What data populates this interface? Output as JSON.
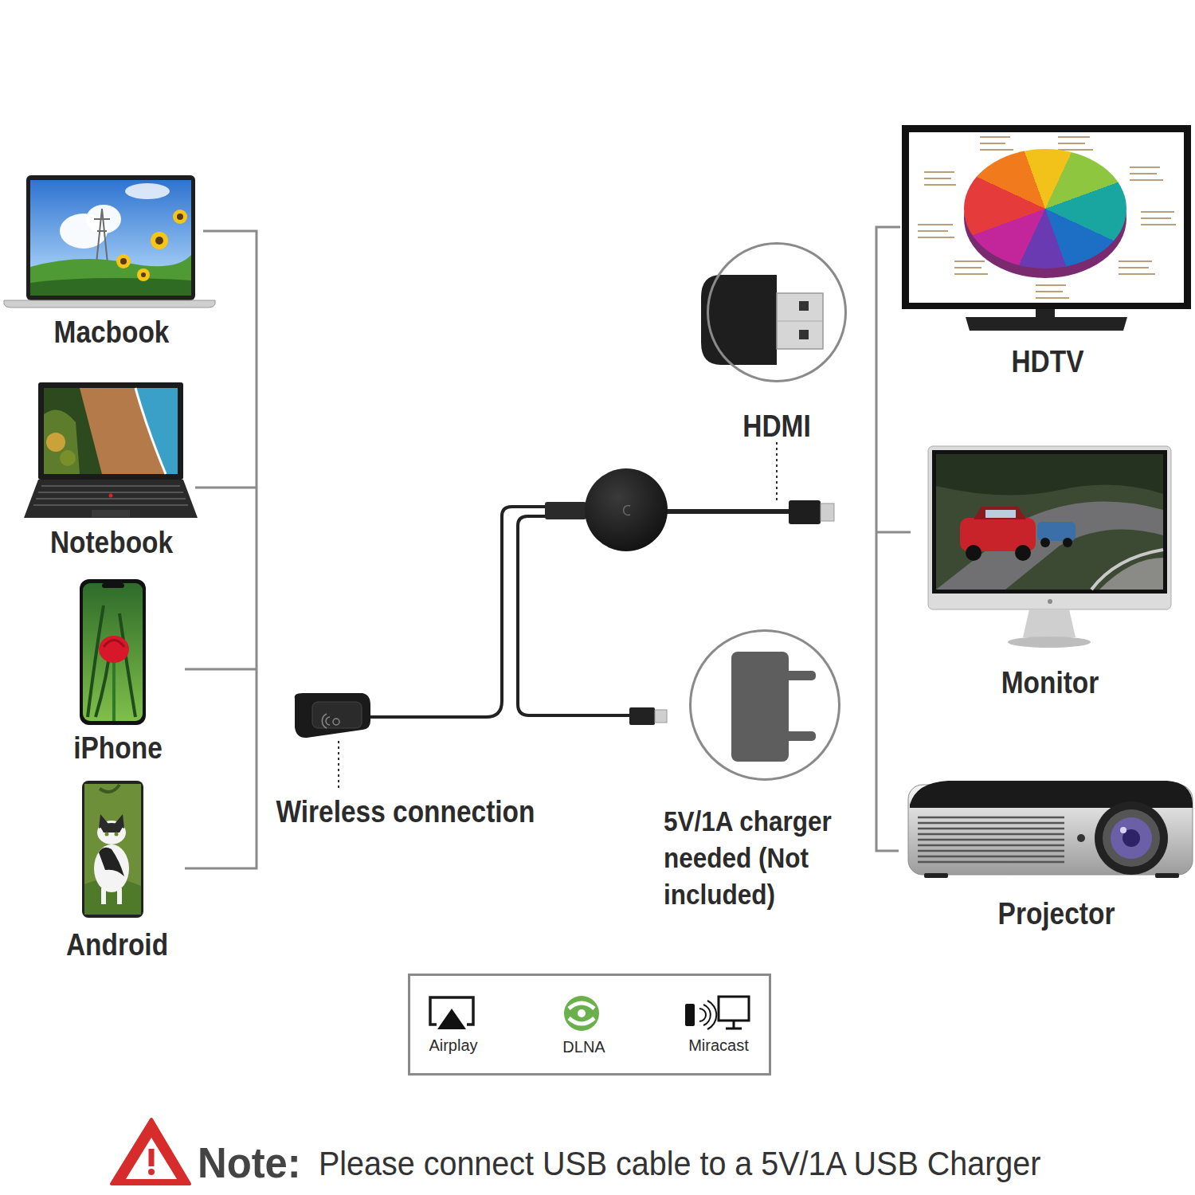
{
  "diagram": {
    "nodes": [
      {
        "text": [
          "HDMI"
        ]
      },
      {
        "text": [
          "5V/1A charger needed (Not included)"
        ]
      },
      {
        "text": [
          "Airplay",
          "DLNA",
          "Miracast"
        ]
      }
    ],
    "labels": [
      "Macbook",
      "Notebook",
      "iPhone",
      "Android",
      "Wireless connection",
      "HDTV",
      "Monitor",
      "Projector",
      "Note:",
      "Please connect USB cable to a 5V/1A USB Charger"
    ]
  }
}
